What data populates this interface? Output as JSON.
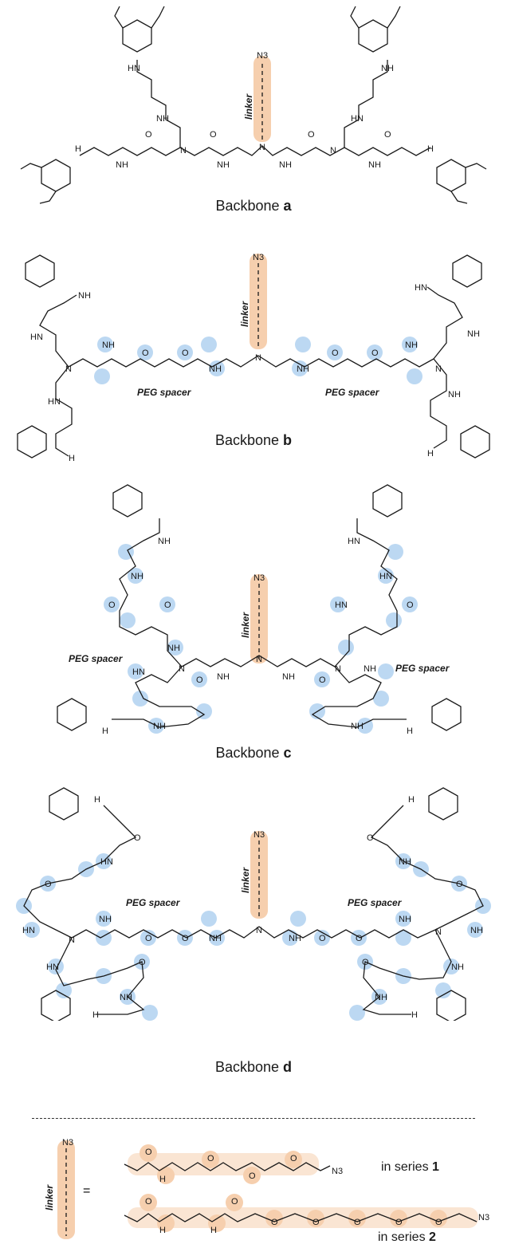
{
  "backbones": [
    {
      "label": "Backbone ",
      "letter": "a"
    },
    {
      "label": "Backbone ",
      "letter": "b"
    },
    {
      "label": "Backbone ",
      "letter": "c"
    },
    {
      "label": "Backbone ",
      "letter": "d"
    }
  ],
  "labels": {
    "linker": "linker",
    "peg_spacer": "PEG spacer",
    "azide": "N3",
    "equals": "=",
    "nh": "NH",
    "hn": "HN",
    "h": "H",
    "n": "N",
    "o": "O"
  },
  "series": [
    {
      "prefix": "in series ",
      "num": "1"
    },
    {
      "prefix": "in series ",
      "num": "2"
    }
  ],
  "colors": {
    "peg_highlight": "#bcd8f2",
    "linker_highlight": "#f6cfae",
    "bond": "#1a1a1a"
  }
}
